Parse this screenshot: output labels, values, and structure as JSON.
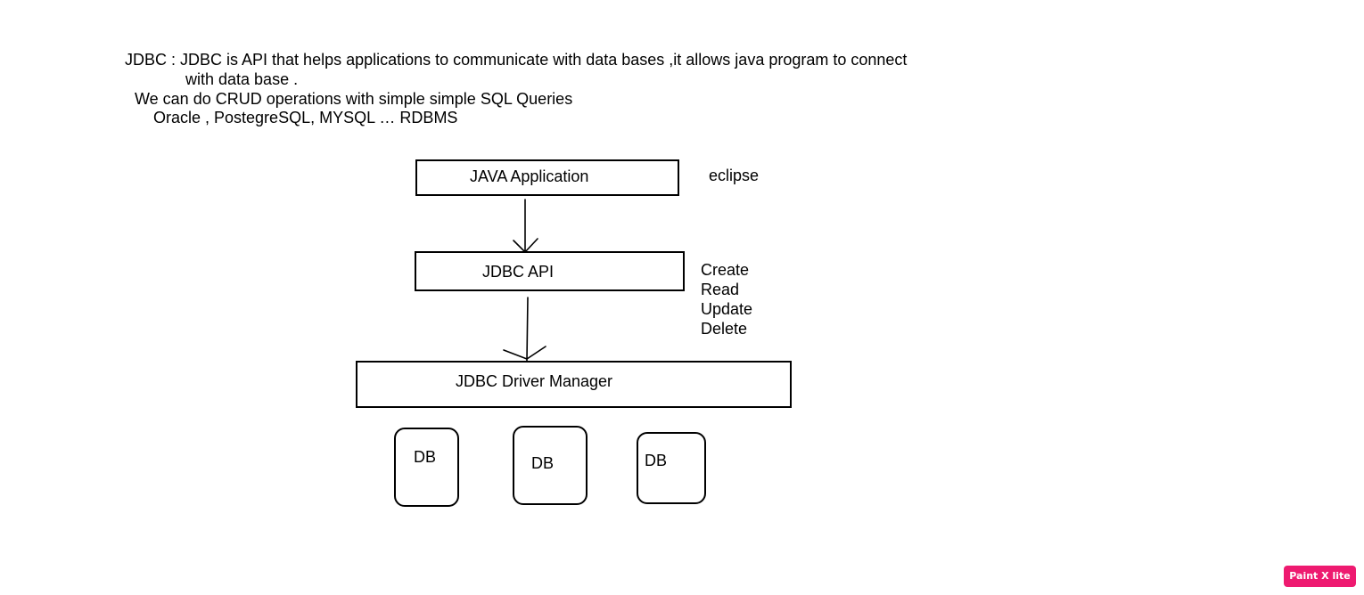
{
  "notes": {
    "line1": "JDBC : JDBC is API that helps applications to communicate with data bases ,it allows java program to connect",
    "line2": "with data base .",
    "line3": "We can do CRUD operations with simple simple SQL Queries",
    "line4": "Oracle , PostegreSQL, MYSQL … RDBMS"
  },
  "diagram": {
    "java_app": "JAVA Application",
    "jdbc_api": "JDBC API",
    "driver_manager": "JDBC Driver Manager",
    "databases": [
      "DB",
      "DB",
      "DB"
    ],
    "side_note": "eclipse",
    "crud": [
      "Create",
      "Read",
      "Update",
      "Delete"
    ]
  },
  "badge": "Paint X lite"
}
